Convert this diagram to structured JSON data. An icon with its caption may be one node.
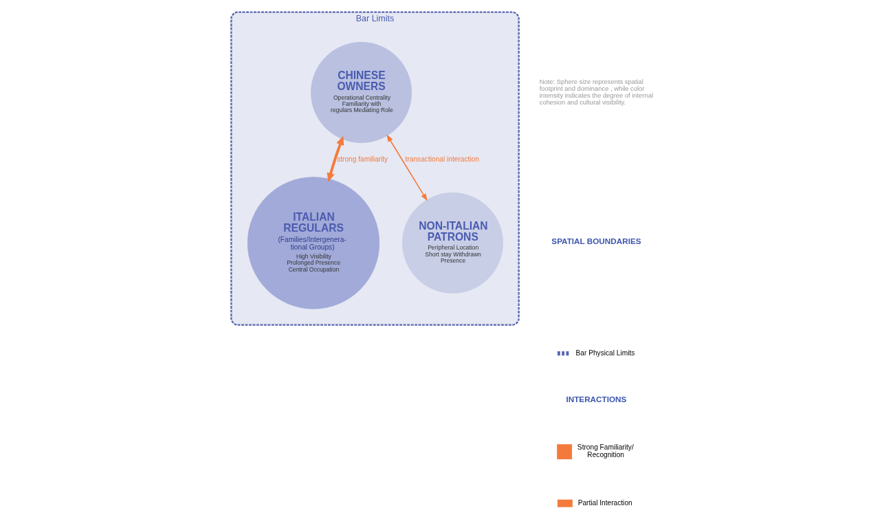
{
  "diagram": {
    "nodes": [
      {
        "text": [
          "Bar Limits"
        ]
      },
      {
        "text": [
          "CHINESE OWNERS",
          "Operational Centrality Familiarity with regulars Mediating Role"
        ],
        "in": 0
      },
      {
        "text": [
          "ITALIAN REGULARS",
          "(Families/Intergenera- tional Groups)",
          "High Visibility Prolonged Presence Central Occupation"
        ],
        "in": 0
      },
      {
        "text": [
          "NON-ITALIAN PATRONS",
          "Peripheral Location Short stay Withdrawn Presence"
        ],
        "in": 0
      }
    ],
    "edges": [
      {
        "from": 1,
        "to": 2,
        "arrow": "both",
        "label": "strong familiarity",
        "style": "thick"
      },
      {
        "from": 1,
        "to": 3,
        "arrow": "both",
        "label": "transactional interaction"
      }
    ],
    "labels": [
      "Note: Sphere size represents spatial footprint and dominance , while color intensity indicates the degree of internal cohesion and cultural visibility.",
      "SPATIAL BOUNDARIES",
      "INTERACTIONS"
    ],
    "legend": [
      {
        "text": "Bar Physical Limits"
      },
      {
        "text": "Strong Familiarity/ Recognition"
      },
      {
        "text": "Partial Interaction"
      }
    ]
  }
}
